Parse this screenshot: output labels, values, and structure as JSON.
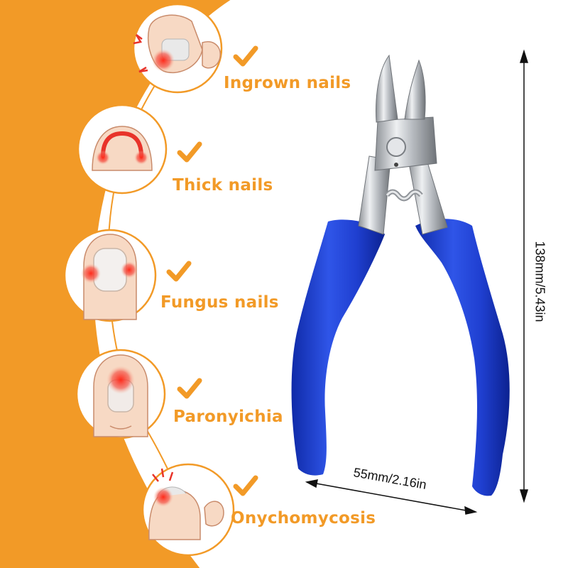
{
  "features": [
    {
      "label": "Ingrown nails",
      "icon": "ingrown-toenail-icon"
    },
    {
      "label": "Thick nails",
      "icon": "thick-nail-icon"
    },
    {
      "label": "Fungus nails",
      "icon": "fungus-nail-icon"
    },
    {
      "label": "Paronyichia",
      "icon": "paronychia-finger-icon"
    },
    {
      "label": "Onychomycosis",
      "icon": "onychomycosis-toe-icon"
    }
  ],
  "dimensions": {
    "height_label": "138mm/5.43in",
    "width_label": "55mm/2.16in"
  },
  "colors": {
    "accent_orange": "#f29a27",
    "handle_blue": "#1f3fd0",
    "steel": "#c9ccd0",
    "inflammation_red": "#e8332a"
  },
  "product_icon": "nail-nipper-pliers-icon",
  "check_icon": "checkmark-icon"
}
